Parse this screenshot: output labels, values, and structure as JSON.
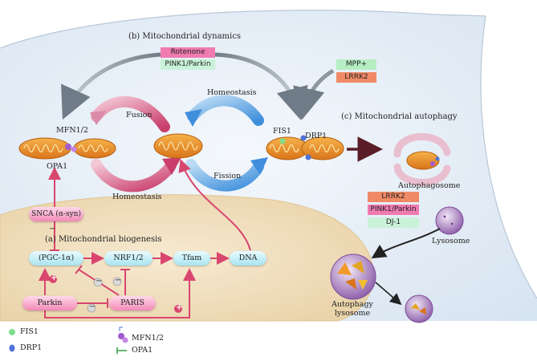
{
  "sections": {
    "dynamics": "(b) Mitochondrial dynamics",
    "autophagy": "(c) Mitochondrial autophagy",
    "biogenesis": "(a) Mitochondrial biogenesis"
  },
  "tags": {
    "rotenone": "Rotenone",
    "pink1_parkin_top": "PINK1/Parkin",
    "mpp": "MPP+",
    "lrrk2_top": "LRRK2",
    "lrrk2_mid": "LRRK2",
    "pink1_parkin_mid": "PINK1/Parkin",
    "dj1": "DJ-1"
  },
  "labels": {
    "mfn12": "MFN1/2",
    "opa1": "OPA1",
    "fusion": "Fusion",
    "homeostasis_left": "Homeostasis",
    "homeostasis_top": "Homeostasis",
    "fission": "Fission",
    "fis1": "FIS1",
    "drp1": "DRP1",
    "autophagosome": "Autophagosome",
    "lysosome": "Lysosome",
    "autophagy_lysosome": "Autophagy\nlysosome",
    "snca": "SNCA (α-syn)",
    "minus_snca": "−"
  },
  "nodes": {
    "pgc": "(PGC-1α)",
    "nrf": "NRF1/2",
    "tfam": "Tfam",
    "dna": "DNA",
    "parkin": "Parkin",
    "paris": "PARIS"
  },
  "signs": {
    "plus": "+",
    "minus": "−"
  },
  "legend": {
    "fis1": "FIS1",
    "drp1": "DRP1",
    "mfn12": "MFN1/2",
    "opa1": "OPA1"
  },
  "colors": {
    "cell_bg": "#e6f0f8",
    "nucleus": "#f1dfc0",
    "pink_arrow": "#d9466f",
    "blue_arrow": "#5aa8e6",
    "gray_arrow": "#8d97a0",
    "mito_orange": "#e98a1e",
    "rotenone_tag": "#f07bb1",
    "pink1_tag": "#c9f2d9",
    "mpp_tag": "#b6eec3",
    "lrrk2_tag": "#f08a66",
    "dj1_tag": "#c9f2d9"
  }
}
